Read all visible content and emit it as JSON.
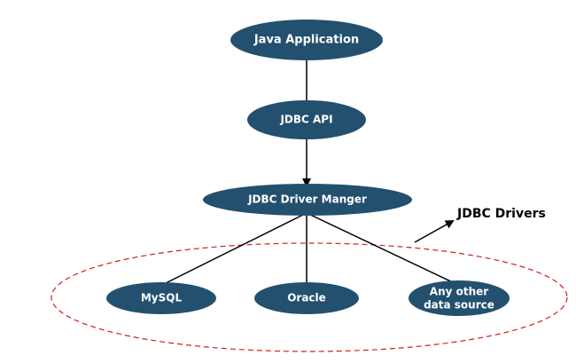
{
  "nodes": {
    "java_app": "Java Application",
    "jdbc_api": "JDBC API",
    "driver_manager": "JDBC Driver Manger",
    "mysql": "MySQL",
    "oracle": "Oracle",
    "other_line1": "Any other",
    "other_line2": "data source"
  },
  "group_label": "JDBC Drivers",
  "colors": {
    "node_fill": "#23506f",
    "node_text": "#ffffff",
    "connector": "#000000",
    "group_border": "#cc2222"
  }
}
